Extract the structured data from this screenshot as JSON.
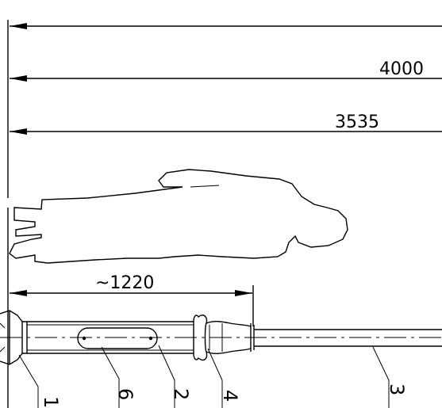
{
  "drawing": {
    "dimensions": [
      {
        "id": "dim-top",
        "label": ""
      },
      {
        "id": "dim-4000",
        "label": "4000"
      },
      {
        "id": "dim-3535",
        "label": "3535"
      },
      {
        "id": "dim-1220",
        "label": "~1220"
      }
    ],
    "callouts": [
      {
        "id": "callout-1",
        "label": "1"
      },
      {
        "id": "callout-6",
        "label": "6"
      },
      {
        "id": "callout-2",
        "label": "2"
      },
      {
        "id": "callout-4",
        "label": "4"
      },
      {
        "id": "callout-3",
        "label": "3"
      }
    ]
  }
}
